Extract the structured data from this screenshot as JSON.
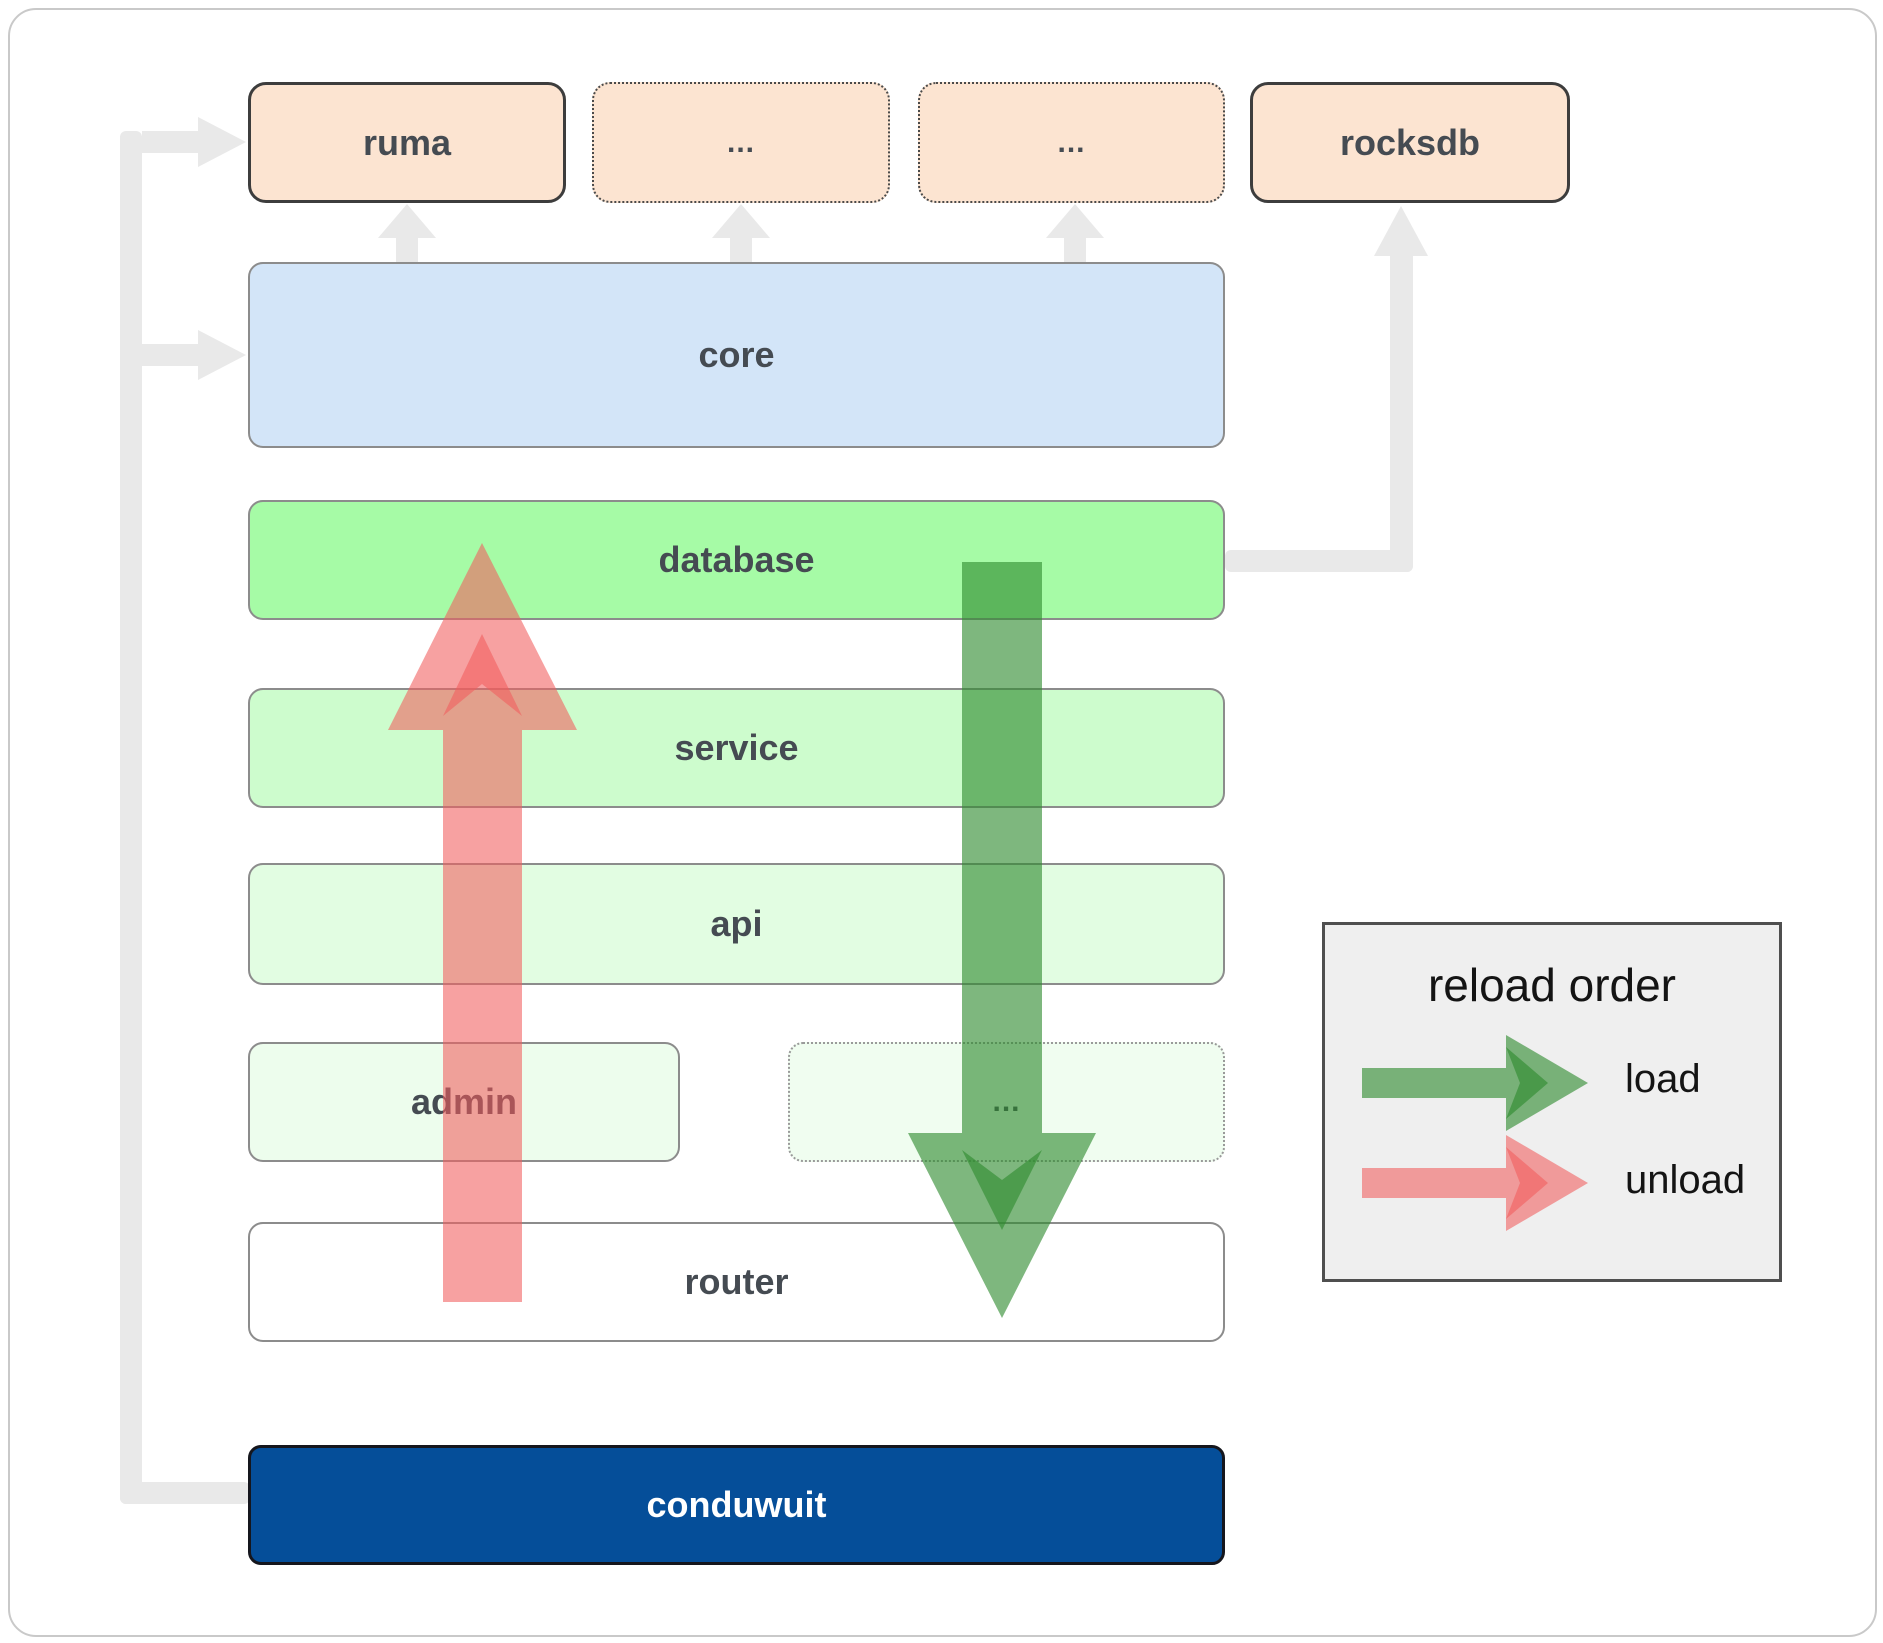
{
  "boxes": {
    "ruma": {
      "label": "ruma"
    },
    "ellipsis_top_1": {
      "label": "..."
    },
    "ellipsis_top_2": {
      "label": "..."
    },
    "rocksdb": {
      "label": "rocksdb"
    },
    "core": {
      "label": "core"
    },
    "database": {
      "label": "database"
    },
    "service": {
      "label": "service"
    },
    "api": {
      "label": "api"
    },
    "admin": {
      "label": "admin"
    },
    "ellipsis_bottom": {
      "label": "..."
    },
    "router": {
      "label": "router"
    },
    "conduwuit": {
      "label": "conduwuit"
    }
  },
  "legend": {
    "title": "reload order",
    "items": [
      {
        "label": "load",
        "color": "#2e8b2e",
        "direction": "down"
      },
      {
        "label": "unload",
        "color": "#f25d5d",
        "direction": "up"
      }
    ]
  },
  "colors": {
    "peach_fill": "#fce4d1",
    "core_fill": "#d3e5f8",
    "database_fill": "#a6fba6",
    "service_fill": "#cdfccd",
    "api_fill": "#e2fde2",
    "admin_fill": "#edfded",
    "ellipsis_bottom_fill": "#f0fdf0",
    "router_fill": "#ffffff",
    "conduwuit_fill": "#054e99",
    "conduwuit_text": "#ffffff",
    "connector_gray": "#e9e9e9",
    "load_green": "#2e8b2e",
    "unload_red": "#f25d5d",
    "legend_bg": "#efefef",
    "legend_border": "#4f4f4f"
  }
}
